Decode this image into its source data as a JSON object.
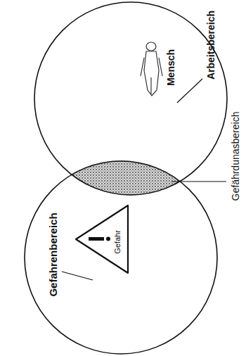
{
  "diagram": {
    "nodes": [
      {
        "text": [
          "Mensch",
          "Arbeitsbereich"
        ]
      },
      {
        "text": [
          "Gefahrenbereich"
        ]
      },
      {
        "text": [
          "Gefahr"
        ],
        "in": 1
      }
    ],
    "labels": [
      "Gefährdunasbereich"
    ]
  }
}
